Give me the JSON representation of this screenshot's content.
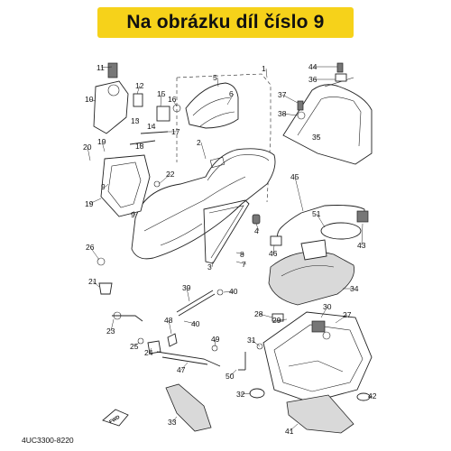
{
  "banner": {
    "text": "Na obrázku díl číslo 9"
  },
  "diagram_code": "4UC3300-8220",
  "fwd_badge": "FWD",
  "colors": {
    "banner_bg": "#f6d21a",
    "ink": "#222222"
  },
  "parts": [
    {
      "id": "p1",
      "label": "1"
    },
    {
      "id": "p2",
      "label": "2"
    },
    {
      "id": "p3",
      "label": "3"
    },
    {
      "id": "p4",
      "label": "4"
    },
    {
      "id": "p5",
      "label": "5"
    },
    {
      "id": "p6",
      "label": "6"
    },
    {
      "id": "p7",
      "label": "7"
    },
    {
      "id": "p8",
      "label": "8"
    },
    {
      "id": "p9",
      "label": "9"
    },
    {
      "id": "p10",
      "label": "10"
    },
    {
      "id": "p11",
      "label": "11"
    },
    {
      "id": "p12",
      "label": "12"
    },
    {
      "id": "p13",
      "label": "13"
    },
    {
      "id": "p14",
      "label": "14"
    },
    {
      "id": "p15",
      "label": "15"
    },
    {
      "id": "p16",
      "label": "16"
    },
    {
      "id": "p17",
      "label": "17"
    },
    {
      "id": "p18",
      "label": "18"
    },
    {
      "id": "p19",
      "label": "19"
    },
    {
      "id": "p20",
      "label": "20"
    },
    {
      "id": "p21",
      "label": "21"
    },
    {
      "id": "p22",
      "label": "22"
    },
    {
      "id": "p23",
      "label": "23"
    },
    {
      "id": "p24",
      "label": "24"
    },
    {
      "id": "p25",
      "label": "25"
    },
    {
      "id": "p26",
      "label": "26"
    },
    {
      "id": "p27",
      "label": "27"
    },
    {
      "id": "p28",
      "label": "28"
    },
    {
      "id": "p29",
      "label": "29"
    },
    {
      "id": "p30",
      "label": "30"
    },
    {
      "id": "p31",
      "label": "31"
    },
    {
      "id": "p32",
      "label": "32"
    },
    {
      "id": "p33",
      "label": "33"
    },
    {
      "id": "p34",
      "label": "34"
    },
    {
      "id": "p35",
      "label": "35"
    },
    {
      "id": "p36",
      "label": "36"
    },
    {
      "id": "p37",
      "label": "37"
    },
    {
      "id": "p38",
      "label": "38"
    },
    {
      "id": "p39",
      "label": "39"
    },
    {
      "id": "p40a",
      "label": "40"
    },
    {
      "id": "p40b",
      "label": "40"
    },
    {
      "id": "p41",
      "label": "41"
    },
    {
      "id": "p42",
      "label": "42"
    },
    {
      "id": "p43",
      "label": "43"
    },
    {
      "id": "p44",
      "label": "44"
    },
    {
      "id": "p45",
      "label": "45"
    },
    {
      "id": "p46",
      "label": "46"
    },
    {
      "id": "p47",
      "label": "47"
    },
    {
      "id": "p48",
      "label": "48"
    },
    {
      "id": "p49",
      "label": "49"
    },
    {
      "id": "p50",
      "label": "50"
    },
    {
      "id": "p51",
      "label": "51"
    },
    {
      "id": "p9b",
      "label": "9"
    },
    {
      "id": "p19b",
      "label": "19"
    }
  ]
}
